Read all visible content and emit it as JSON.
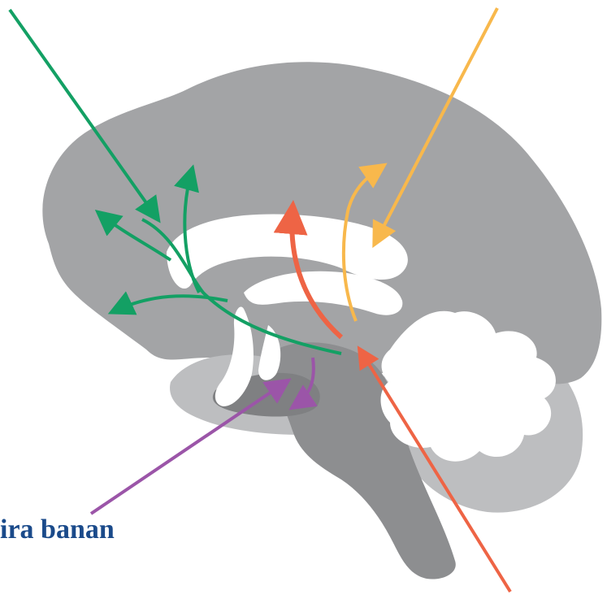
{
  "caption": "ira banan",
  "colors": {
    "cortex": "#a3a4a6",
    "cerebellum_outer": "#bdbec0",
    "cerebellum_inner": "#ffffff",
    "brainstem": "#8d8e90",
    "limbic_white": "#ffffff",
    "green": "#13a064",
    "orange": "#f8b84c",
    "red": "#ee6445",
    "purple": "#9b55a8",
    "caption": "#1a4a8a"
  },
  "pathways": [
    {
      "id": "green",
      "name": "green-pathway"
    },
    {
      "id": "orange",
      "name": "orange-pathway"
    },
    {
      "id": "red",
      "name": "red-pathway"
    },
    {
      "id": "purple",
      "name": "purple-pathway"
    }
  ]
}
